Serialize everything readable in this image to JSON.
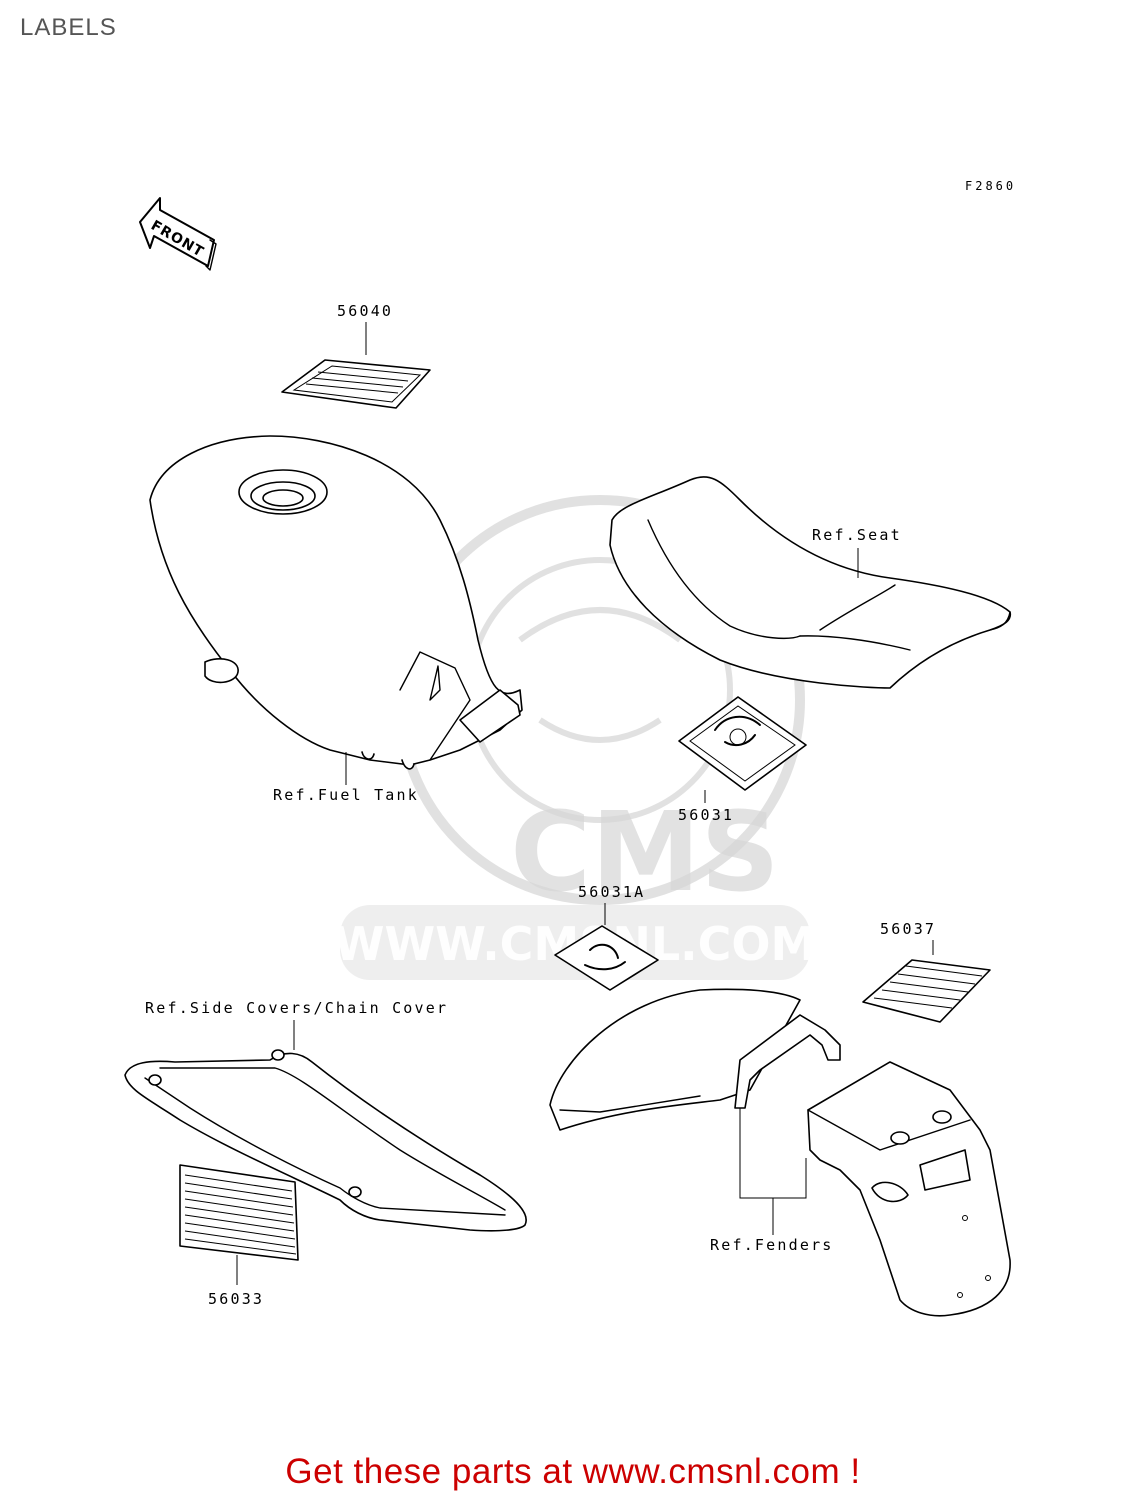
{
  "header": {
    "title": "LABELS"
  },
  "diagram": {
    "figure_code": "F2860",
    "front_label": "FRONT",
    "parts": [
      {
        "number": "56040"
      },
      {
        "number": "56031"
      },
      {
        "number": "56031A"
      },
      {
        "number": "56037"
      },
      {
        "number": "56033"
      }
    ],
    "references": [
      {
        "text": "Ref.Fuel Tank"
      },
      {
        "text": "Ref.Seat"
      },
      {
        "text": "Ref.Side Covers/Chain Cover"
      },
      {
        "text": "Ref.Fenders"
      }
    ]
  },
  "watermark": {
    "brand": "CMS",
    "url": "WWW.CMSNL.COM"
  },
  "footer": {
    "text": "Get these parts at www.cmsnl.com !",
    "color": "#cc0000"
  }
}
